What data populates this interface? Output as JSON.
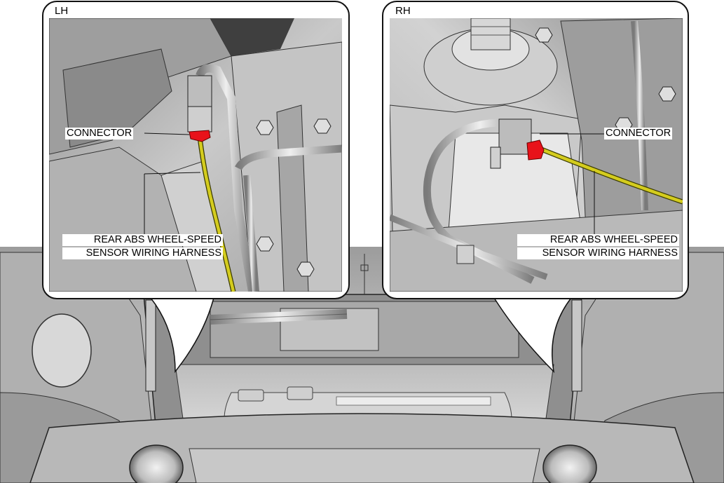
{
  "panels": {
    "left": {
      "title": "LH",
      "connector_label": "CONNECTOR",
      "harness_label_line1": "REAR ABS WHEEL-SPEED",
      "harness_label_line2": "SENSOR WIRING HARNESS"
    },
    "right": {
      "title": "RH",
      "connector_label": "CONNECTOR",
      "harness_label_line1": "REAR ABS WHEEL-SPEED",
      "harness_label_line2": "SENSOR WIRING HARNESS"
    }
  },
  "colors": {
    "connector": "#e8121a",
    "harness": "#d4cc1e",
    "metal_light": "#d9d9d9",
    "metal_mid": "#a9a9a9",
    "metal_dark": "#6e6e6e",
    "outline": "#1a1a1a"
  }
}
